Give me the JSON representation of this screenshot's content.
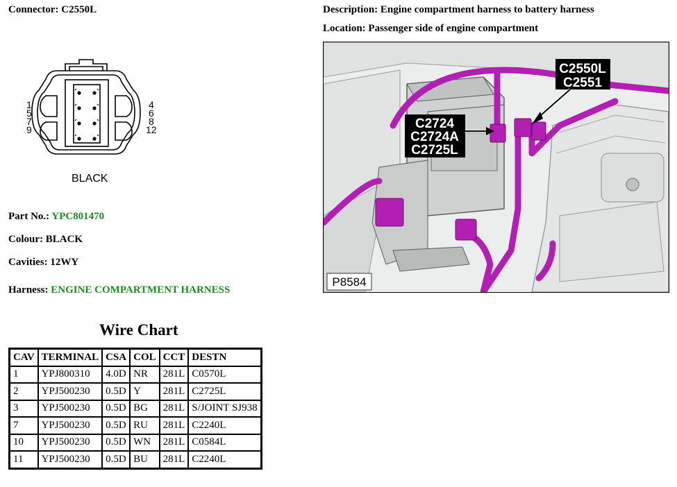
{
  "connector": {
    "label": "Connector:",
    "value": "C2550L"
  },
  "description": {
    "label": "Description:",
    "value": "Engine compartment harness to battery harness"
  },
  "location": {
    "label": "Location:",
    "value": "Passenger side of engine compartment"
  },
  "diagram": {
    "left_pins": [
      "1",
      "5",
      "7",
      "9"
    ],
    "right_pins": [
      "4",
      "6",
      "8",
      "12"
    ],
    "caption": "BLACK"
  },
  "part_no": {
    "label": "Part No.:",
    "value": "YPC801470"
  },
  "colour": {
    "label": "Colour:",
    "value": "BLACK"
  },
  "cavities": {
    "label": "Cavities:",
    "value": "12WY"
  },
  "harness": {
    "label": "Harness:",
    "value": "ENGINE COMPARTMENT HARNESS"
  },
  "photo": {
    "callouts": {
      "top": [
        "C2550L",
        "C2551"
      ],
      "middle": [
        "C2724",
        "C2724A",
        "C2725L"
      ]
    },
    "figure_id": "P8584"
  },
  "wire_chart": {
    "title": "Wire Chart",
    "headers": [
      "CAV",
      "TERMINAL",
      "CSA",
      "COL",
      "CCT",
      "DESTN"
    ],
    "rows": [
      [
        "1",
        "YPJ800310",
        "4.0D",
        "NR",
        "281L",
        "C0570L"
      ],
      [
        "2",
        "YPJ500230",
        "0.5D",
        "Y",
        "281L",
        "C2725L"
      ],
      [
        "3",
        "YPJ500230",
        "0.5D",
        "BG",
        "281L",
        "S/JOINT SJ938"
      ],
      [
        "7",
        "YPJ500230",
        "0.5D",
        "RU",
        "281L",
        "C2240L"
      ],
      [
        "10",
        "YPJ500230",
        "0.5D",
        "WN",
        "281L",
        "C0584L"
      ],
      [
        "11",
        "YPJ500230",
        "0.5D",
        "BU",
        "281L",
        "C2240L"
      ]
    ]
  },
  "colors": {
    "highlight_green": "#1f8a1f",
    "harness_magenta": "#b21fb3"
  }
}
